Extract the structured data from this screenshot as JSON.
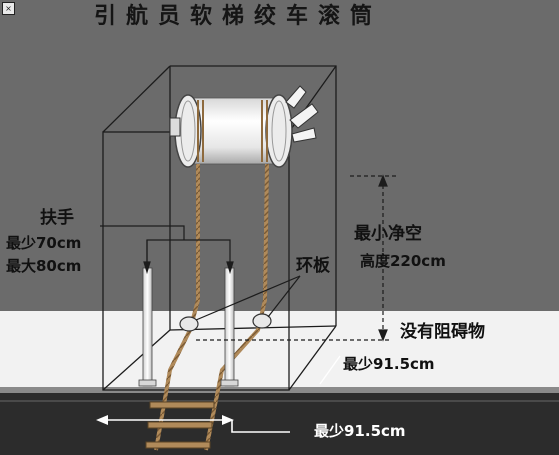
{
  "title": "引航员软梯绞车滚筒",
  "labels": {
    "handrail": "扶手",
    "handrail_min": "最少70cm",
    "handrail_max": "最大80cm",
    "ring_plate": "环板",
    "clearance_title": "最小净空",
    "clearance_height": "高度220cm",
    "no_obstruction": "没有阻碍物",
    "min_distance_right": "最少91.5cm",
    "min_distance_bottom": "最少91.5cm"
  },
  "colors": {
    "background": "#6b6b6b",
    "floor_band": "#f2f2f2",
    "deck_dark": "#2a2a2a",
    "rope": "#b08a5a",
    "frame_line": "#1c1c1c",
    "drum": "#f4f4f4"
  },
  "icons": [
    "corner-mark-icon"
  ]
}
